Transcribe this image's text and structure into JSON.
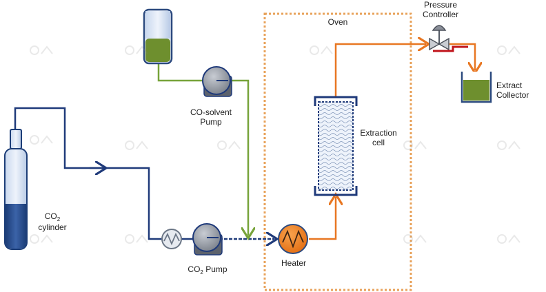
{
  "labels": {
    "oven": "Oven",
    "pressure_controller_line1": "Pressure",
    "pressure_controller_line2": "Controller",
    "extract_collector_line1": "Extract",
    "extract_collector_line2": "Collector",
    "extraction_cell_line1": "Extraction",
    "extraction_cell_line2": "cell",
    "cosolvent_pump_line1": "CO-solvent",
    "cosolvent_pump_line2": "Pump",
    "co2_cylinder_prefix": "CO",
    "co2_cylinder_sub": "2",
    "co2_cylinder_line2": "cylinder",
    "co2_pump_prefix": "CO",
    "co2_pump_sub": "2",
    "co2_pump_suffix": " Pump",
    "heater": "Heater"
  },
  "colors": {
    "co2_line": "#1f3a7a",
    "cosolvent_line": "#77a33a",
    "heated_line": "#e87722",
    "oven_border": "#e8a25a",
    "liquid_green": "#6e8f2e",
    "co2_liquid": "#2a4d8a",
    "pump_gray": "#8a8f99",
    "valve_red": "#c0141b"
  },
  "watermark_icon": "logo-icon"
}
